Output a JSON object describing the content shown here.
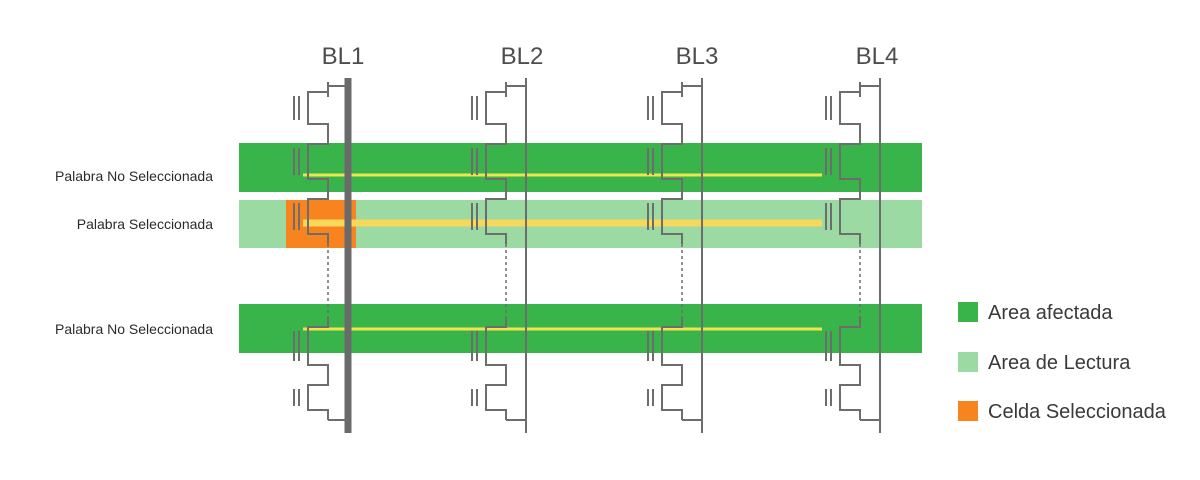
{
  "bitlines": [
    {
      "label": "BL1",
      "selected": true
    },
    {
      "label": "BL2",
      "selected": false
    },
    {
      "label": "BL3",
      "selected": false
    },
    {
      "label": "BL4",
      "selected": false
    }
  ],
  "rows": [
    {
      "label": "Palabra No Seleccionada",
      "area": "affected"
    },
    {
      "label": "Palabra Seleccionada",
      "area": "read"
    },
    {
      "label": "Palabra No Seleccionada",
      "area": "affected"
    }
  ],
  "legend": [
    {
      "label": "Area afectada",
      "color": "#39b44a"
    },
    {
      "label": "Area de Lectura",
      "color": "#9bdaa3"
    },
    {
      "label": "Celda Seleccionada",
      "color": "#f7841f"
    }
  ],
  "colors": {
    "affected": "#39b44a",
    "read": "#9bdaa3",
    "selected_cell": "#f7841f",
    "wordline": "#f0e34c",
    "wordline_selected": "#f8d85a",
    "wire": "#6d6d6d",
    "bitline_selected": "#6a6a6a"
  }
}
